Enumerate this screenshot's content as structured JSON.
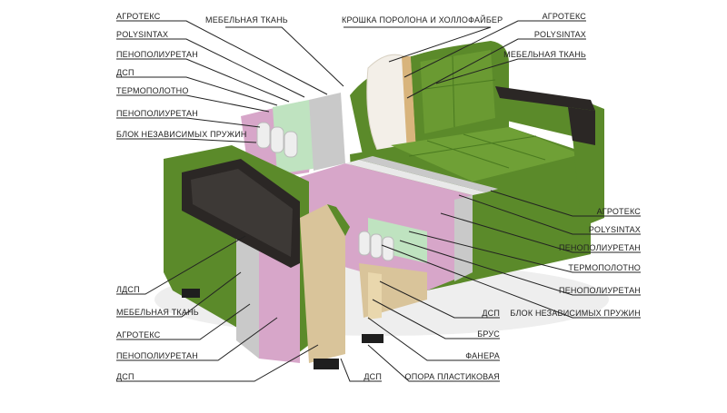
{
  "labels": {
    "top_left": [
      "АГРОТЕКС",
      "POLYSINTAX",
      "ПЕНОПОЛИУРЕТАН",
      "ДСП",
      "ТЕРМОПОЛОТНО",
      "ПЕНОПОЛИУРЕТАН",
      "БЛОК НЕЗАВИСИМЫХ ПРУЖИН"
    ],
    "top_middle": [
      "МЕБЕЛЬНАЯ ТКАНЬ",
      "КРОШКА ПОРОЛОНА И ХОЛЛОФАЙБЕР"
    ],
    "top_right": [
      "АГРОТЕКС",
      "POLYSINTAX",
      "МЕБЕЛЬНАЯ ТКАНЬ"
    ],
    "right": [
      "АГРОТЕКС",
      "POLYSINTAX",
      "ПЕНОПОЛИУРЕТАН",
      "ТЕРМОПОЛОТНО",
      "ПЕНОПОЛИУРЕТАН",
      "БЛОК НЕЗАВИСИМЫХ ПРУЖИН"
    ],
    "bottom_left": [
      "ЛДСП",
      "МЕБЕЛЬНАЯ ТКАНЬ",
      "АГРОТЕКС",
      "ПЕНОПОЛИУРЕТАН",
      "ДСП"
    ],
    "bottom_middle": [
      "ДСП",
      "БРУС",
      "ФАНЕРА",
      "ОПОРА ПЛАСТИКОВАЯ",
      "ДСП"
    ]
  },
  "colors": {
    "upholstery": "#5b8a2a",
    "upholstery_dark": "#3f6a1c",
    "upholstery_light": "#78a63d",
    "armrest_wood": "#2b2725",
    "agrotex": "#c9c9c9",
    "polysintax": "#e9e9e9",
    "foam_pink": "#d7a6c9",
    "chipboard": "#d9c49a",
    "thermo": "#bfe3c0",
    "springs": "#e6e6e6",
    "leader_line": "#222222"
  }
}
